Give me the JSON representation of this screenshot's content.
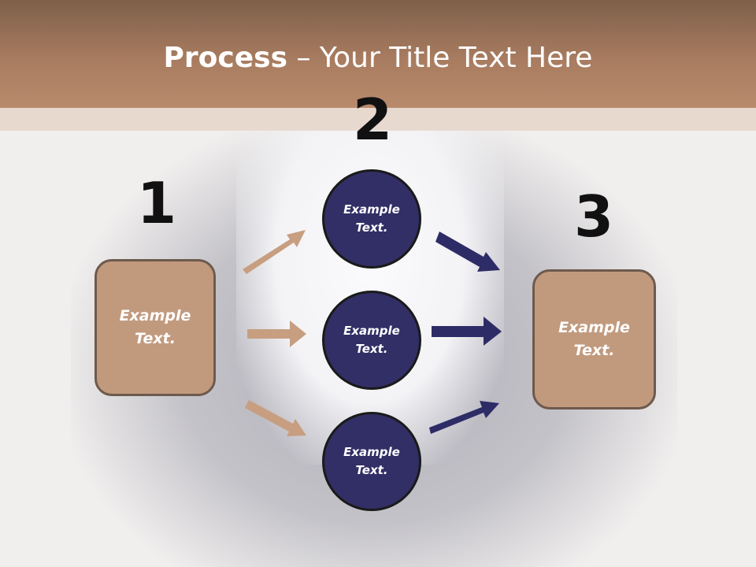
{
  "title": {
    "bold": "Process",
    "rest": " – Your Title Text Here"
  },
  "steps": [
    {
      "number": "1",
      "text": "Example\nText."
    },
    {
      "number": "2",
      "items": [
        "Example\nText.",
        "Example\nText.",
        "Example\nText."
      ]
    },
    {
      "number": "3",
      "text": "Example\nText."
    }
  ],
  "colors": {
    "title_bar": "#a87c60",
    "box_fill": "#c19a7e",
    "circle_fill": "#322f66",
    "arrow_tan": "#c79e80",
    "arrow_navy": "#2e2c66"
  }
}
